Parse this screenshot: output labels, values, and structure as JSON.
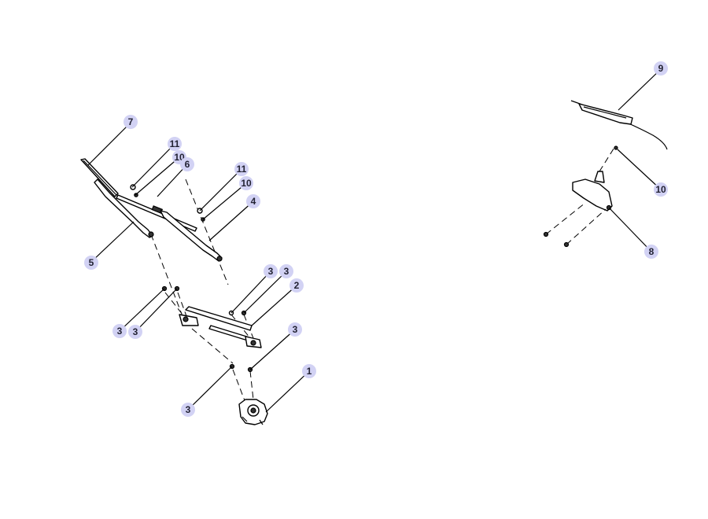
{
  "callouts": {
    "front": {
      "c7": "7",
      "c11a": "11",
      "c10a": "10",
      "c6": "6",
      "c11b": "11",
      "c10b": "10",
      "c4": "4",
      "c5": "5",
      "c3a": "3",
      "c3b": "3",
      "c3c": "3",
      "c3d": "3",
      "c2": "2",
      "c3e": "3",
      "c1": "1",
      "c3f": "3"
    },
    "rear": {
      "c9": "9",
      "c10": "10",
      "c8": "8"
    }
  },
  "colors": {
    "callout_fill": "#d2d2f4",
    "line": "#000000"
  }
}
